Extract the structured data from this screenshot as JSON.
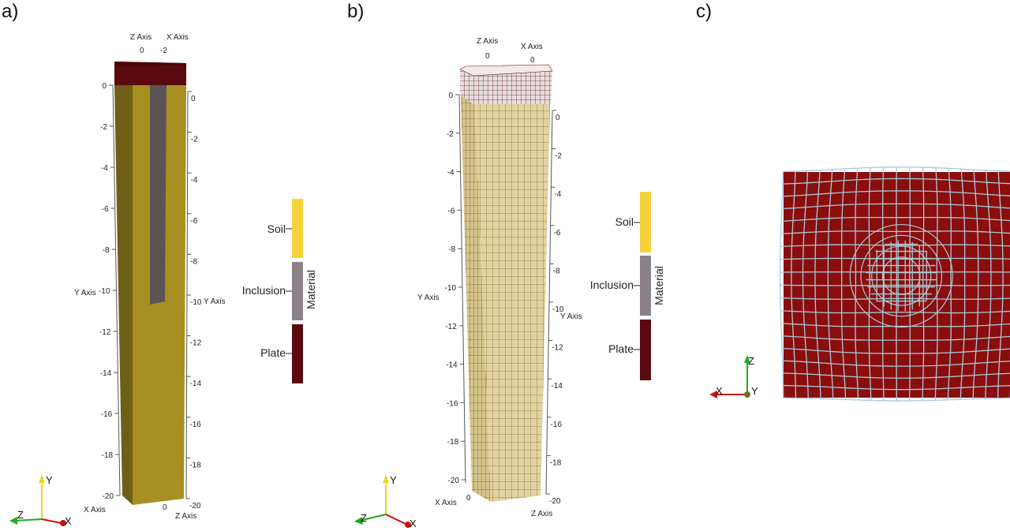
{
  "panels": {
    "a": {
      "label": "a)",
      "z_axis_title": "Z Axis",
      "x_axis_title": "X Axis",
      "top_z_ticks": [
        "0"
      ],
      "top_x_ticks": [
        "-2"
      ],
      "y_axis_title_left": "Y Axis",
      "y_axis_title_right": "Y Axis",
      "y_ticks_left": [
        "0",
        "-2",
        "-4",
        "-6",
        "-8",
        "-10",
        "-12",
        "-14",
        "-16",
        "-18",
        "-20"
      ],
      "y_ticks_right": [
        "0",
        "-2",
        "-4",
        "-6",
        "-8",
        "-10",
        "-12",
        "-14",
        "-16",
        "-18",
        "-20"
      ],
      "bottom_x_title": "X Axis",
      "bottom_z_title": "Z Axis",
      "bottom_x_tick": "0",
      "bottom_z_tick": "-20",
      "triad": {
        "y": "Y",
        "z": "Z",
        "x": "X"
      }
    },
    "b": {
      "label": "b)",
      "z_axis_title": "Z Axis",
      "x_axis_title": "X Axis",
      "top_z_ticks": [
        "0"
      ],
      "top_x_ticks": [
        "0"
      ],
      "y_axis_title_left": "Y Axis",
      "y_axis_title_right": "Y Axis",
      "y_ticks_left": [
        "0",
        "-2",
        "-4",
        "-6",
        "-8",
        "-10",
        "-12",
        "-14",
        "-16",
        "-18",
        "-20"
      ],
      "y_ticks_right": [
        "0",
        "-2",
        "-4",
        "-6",
        "-8",
        "-10",
        "-12",
        "-14",
        "-16",
        "-18",
        "-20"
      ],
      "bottom_x_title": "X Axis",
      "bottom_z_title": "Z Axis",
      "bottom_x_tick": "0",
      "bottom_z_tick": "-20",
      "triad": {
        "y": "Y",
        "z": "Z",
        "x": "X"
      }
    },
    "c": {
      "label": "c)",
      "triad": {
        "z": "Z",
        "x": "X",
        "y": "Y"
      }
    }
  },
  "legend": {
    "title": "Material",
    "entries": [
      {
        "label": "Soil",
        "color": "#f6d33a"
      },
      {
        "label": "Inclusion",
        "color": "#8b8188"
      },
      {
        "label": "Plate",
        "color": "#5a0a0f"
      }
    ]
  },
  "colors": {
    "soil_front": "#a88f22",
    "soil_side": "#6f5e16",
    "inclusion": "#5b5457",
    "plate": "#5a0a0f",
    "plate_side": "#4a070b",
    "mesh_fill": "#e2d3a0",
    "mesh_line": "#7a6a3a",
    "mesh_plate": "#d8c8c8",
    "plan_fill": "#8a0e0e",
    "plan_line": "#a9c9d6",
    "axis_red": "#cc1111",
    "axis_green": "#22aa22",
    "axis_yellow": "#e6d81a"
  }
}
